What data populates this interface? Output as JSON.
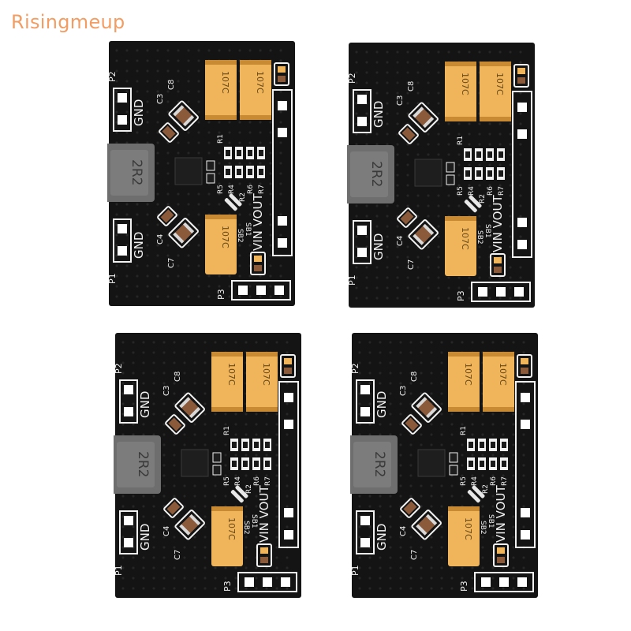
{
  "watermark": "Risingmeup",
  "silkscreen": {
    "gnd": "GND",
    "vin_vout": "VIN VOUT",
    "p1": "P1",
    "p2": "P2",
    "p3": "P3",
    "c3": "C3",
    "c4": "C4",
    "c7": "C7",
    "c8": "C8",
    "r1": "R1",
    "r2": "R2",
    "r4": "R4",
    "r5": "R5",
    "r6": "R6",
    "r7": "R7",
    "sb1": "SB1",
    "sb2": "SB2",
    "inductor": "2R2",
    "cap_code": "107C"
  },
  "colors": {
    "pcb": "#141414",
    "capacitor": "#f0b45a",
    "inductor": "#6e6e6e",
    "silk": "#f2f2f2",
    "watermark": "#f29d63"
  }
}
